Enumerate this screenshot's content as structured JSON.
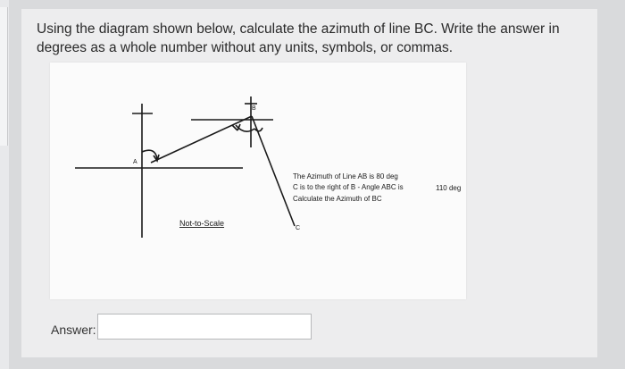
{
  "question": {
    "text": "Using the diagram shown below, calculate the azimuth of line BC. Write the answer in degrees as a whole number without any units, symbols, or commas."
  },
  "diagram": {
    "label_a": "A",
    "label_b": "B",
    "label_c": "C",
    "scale_note": "Not-to-Scale",
    "given_lines": [
      "The Azimuth of Line AB  is  80 deg",
      "C is to the right of B  -  Angle ABC is",
      "110 deg",
      "Calculate the Azimuth of BC"
    ]
  },
  "answer": {
    "label": "Answer:",
    "value": "",
    "placeholder": ""
  }
}
